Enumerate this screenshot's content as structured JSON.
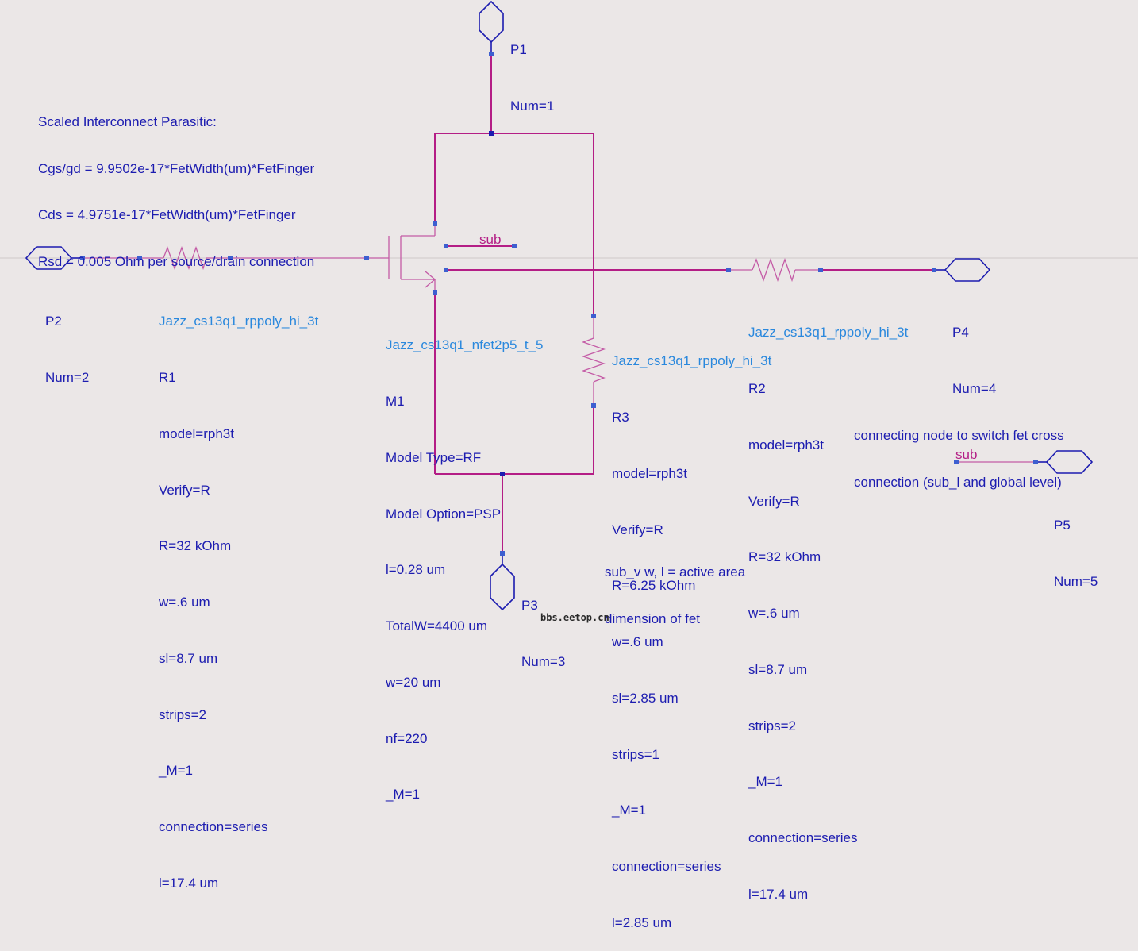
{
  "annotation": {
    "title": "Scaled Interconnect Parasitic:",
    "lines": [
      "Cgs/gd = 9.9502e-17*FetWidth(um)*FetFinger",
      "Cds = 4.9751e-17*FetWidth(um)*FetFinger",
      "Rsd = 0.005 Ohm per source/drain connection"
    ]
  },
  "ports": [
    {
      "name": "P1",
      "num": "Num=1"
    },
    {
      "name": "P2",
      "num": "Num=2"
    },
    {
      "name": "P3",
      "num": "Num=3"
    },
    {
      "name": "P4",
      "num": "Num=4"
    },
    {
      "name": "P5",
      "num": "Num=5"
    }
  ],
  "r1": {
    "model_name": "Jazz_cs13q1_rppoly_hi_3t",
    "instance": "R1",
    "params": [
      "model=rph3t",
      "Verify=R",
      "R=32 kOhm",
      "w=.6 um",
      "sl=8.7 um",
      "strips=2",
      "_M=1",
      "connection=series",
      "l=17.4 um"
    ]
  },
  "m1": {
    "model_name": "Jazz_cs13q1_nfet2p5_t_5",
    "instance": "M1",
    "params": [
      "Model Type=RF",
      "Model Option=PSP",
      "l=0.28 um",
      "TotalW=4400 um",
      "w=20 um",
      "nf=220",
      "_M=1"
    ]
  },
  "r3": {
    "model_name": "Jazz_cs13q1_rppoly_hi_3t",
    "instance": "R3",
    "params": [
      "model=rph3t",
      "Verify=R",
      "R=6.25 kOhm",
      "w=.6 um",
      "sl=2.85 um",
      "strips=1",
      "_M=1",
      "connection=series",
      "l=2.85 um"
    ]
  },
  "r2": {
    "model_name": "Jazz_cs13q1_rppoly_hi_3t",
    "instance": "R2",
    "params": [
      "model=rph3t",
      "Verify=R",
      "R=32 kOhm",
      "w=.6 um",
      "sl=8.7 um",
      "strips=2",
      "_M=1",
      "connection=series",
      "l=17.4 um"
    ]
  },
  "net_labels": {
    "sub_m1": "sub",
    "sub_p5": "sub"
  },
  "note_right": [
    "connecting node to switch fet cross",
    "connection (sub_l and global level)"
  ],
  "note_bottom": [
    "sub_v w, l = active area",
    "dimension of fet"
  ],
  "watermark": "bbs.eetop.cn",
  "colors": {
    "background": "#ebe7e7",
    "wire": "#b41e86",
    "port": "#1c1cb0",
    "pin": "#3d5fd0",
    "text": "#1c1cb0",
    "component_name": "#2a88dd",
    "net_label": "#b41e86"
  }
}
